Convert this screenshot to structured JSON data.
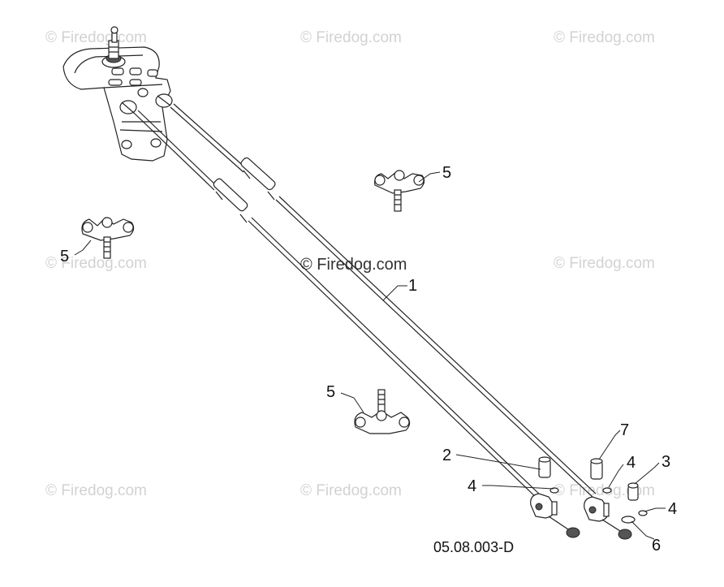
{
  "watermark": "© Firedog.com",
  "callouts": {
    "c1": "1",
    "c2": "2",
    "c3": "3",
    "c4a": "4",
    "c4b": "4",
    "c4c": "4",
    "c5a": "5",
    "c5b": "5",
    "c5c": "5",
    "c6": "6",
    "c7": "7"
  },
  "diagram_code": "05.08.003-D"
}
